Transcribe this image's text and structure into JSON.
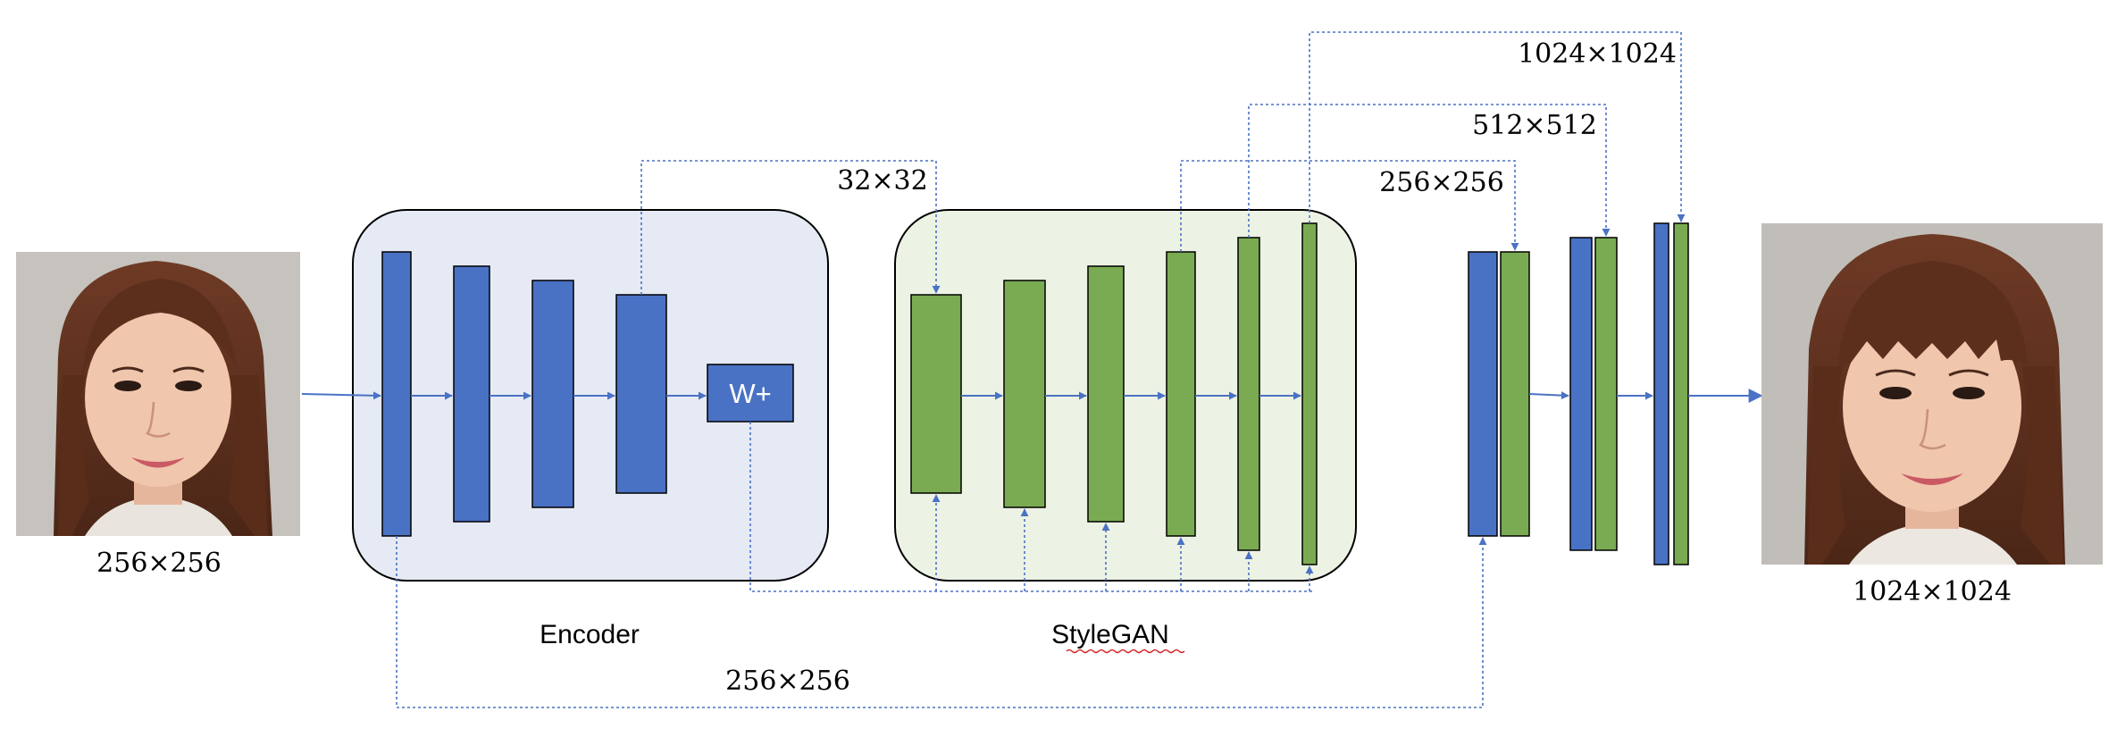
{
  "input_face": {
    "label": "256×256"
  },
  "output_face": {
    "label": "1024×1024"
  },
  "encoder": {
    "label": "Encoder",
    "latent_label": "W+"
  },
  "stylegan": {
    "label": "StyleGAN"
  },
  "skips": {
    "enc_to_gen": "32×32",
    "gen_256": "256×256",
    "gen_512": "512×512",
    "gen_1024": "1024×1024",
    "input_skip": "256×256"
  },
  "colors": {
    "encoder_block": "#4a72c4",
    "generator_block": "#7aab52",
    "encoder_bg": "#e6eaf5",
    "stylegan_bg": "#edf3e4",
    "connector": "#4a72c4"
  },
  "icons": {
    "input_face": "portrait-photo-icon",
    "output_face": "portrait-photo-icon"
  }
}
